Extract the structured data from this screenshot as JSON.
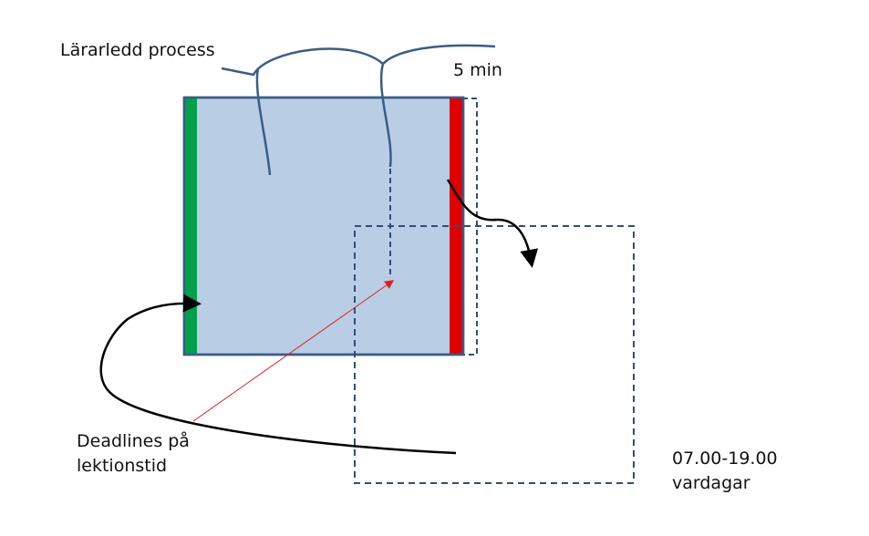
{
  "labels": {
    "teacher_process": "Lärarledd process",
    "duration": "5 min",
    "deadlines_line1": "Deadlines på",
    "deadlines_line2": "lektionstid",
    "hours_line1": "07.00-19.00",
    "hours_line2": "vardagar"
  },
  "colors": {
    "main_fill": "#b9cde5",
    "main_border": "#385d8a",
    "start_bar": "#00a04a",
    "end_bar": "#e00000",
    "dashed": "#2f4f78",
    "curve": "#385d8a",
    "arrow": "#000000",
    "pointer": "#e02020"
  }
}
